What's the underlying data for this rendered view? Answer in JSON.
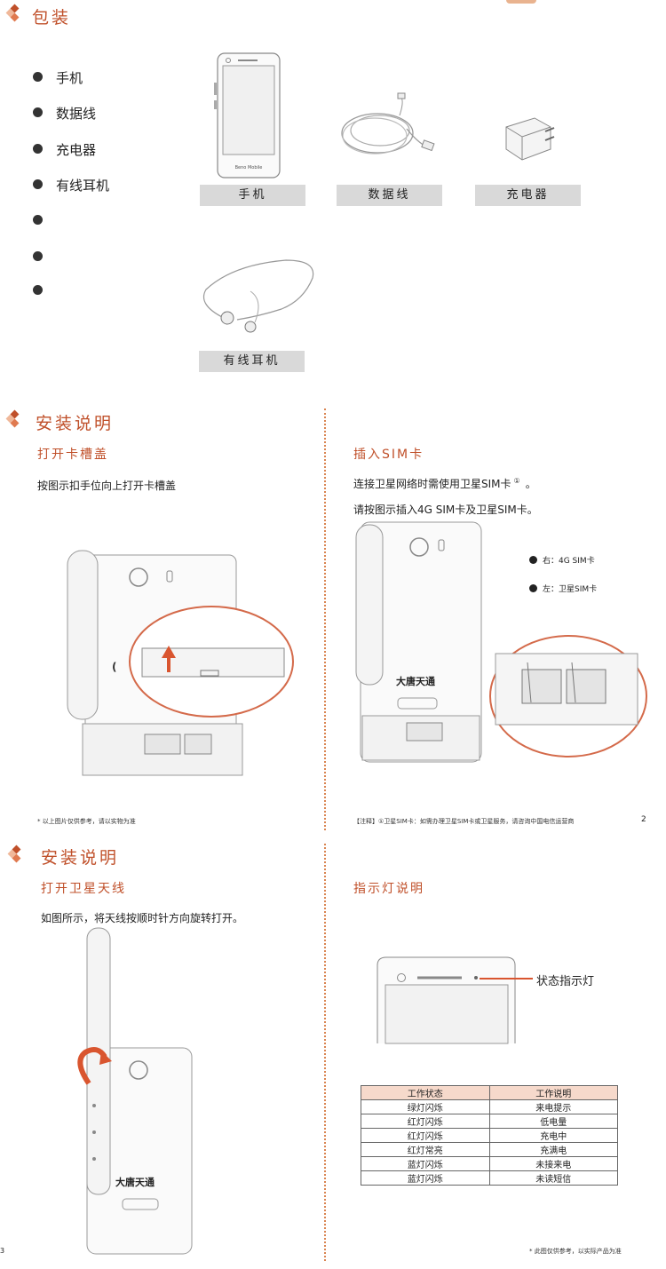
{
  "packaging": {
    "title": "包装",
    "items": [
      "手机",
      "数据线",
      "充电器",
      "有线耳机",
      "",
      "",
      ""
    ],
    "captions": [
      "手机",
      "数据线",
      "充电器",
      "有线耳机"
    ],
    "phone_brand": "Beno Mobile"
  },
  "install1": {
    "title": "安装说明",
    "left": {
      "subtitle": "打开卡槽盖",
      "text": "按图示扣手位向上打开卡槽盖",
      "note": "* 以上图片仅供参考，请以实物为准"
    },
    "right": {
      "subtitle": "插入SIM卡",
      "text1": "连接卫星网络时需使用卫星SIM卡",
      "text1_sup": "①",
      "text1_end": "。",
      "text2": "请按图示插入4G SIM卡及卫星SIM卡。",
      "legend": [
        "右：4G SIM卡",
        "左：卫星SIM卡"
      ],
      "note": "【注释】①卫星SIM卡：如需办理卫星SIM卡或卫星服务，请咨询中国电信运营商",
      "page_number": "2"
    }
  },
  "install2": {
    "title": "安装说明",
    "left": {
      "subtitle": "打开卫星天线",
      "text": "如图所示，将天线按顺时针方向旋转打开。",
      "page_number": "3"
    },
    "right": {
      "subtitle": "指示灯说明",
      "indicator_label": "状态指示灯",
      "table": {
        "headers": [
          "工作状态",
          "工作说明"
        ],
        "rows": [
          [
            "绿灯闪烁",
            "来电提示"
          ],
          [
            "红灯闪烁",
            "低电量"
          ],
          [
            "红灯闪烁",
            "充电中"
          ],
          [
            "红灯常亮",
            "充满电"
          ],
          [
            "蓝灯闪烁",
            "未接来电"
          ],
          [
            "蓝灯闪烁",
            "未读短信"
          ]
        ]
      },
      "note": "* 此图仅供参考，以实际产品为准"
    }
  },
  "device_logo": "大唐天通",
  "colors": {
    "accent": "#c0502a",
    "diamond_light": "#f0b89a",
    "table_header": "#f6d9cb",
    "dotted_line": "#d9834f"
  }
}
